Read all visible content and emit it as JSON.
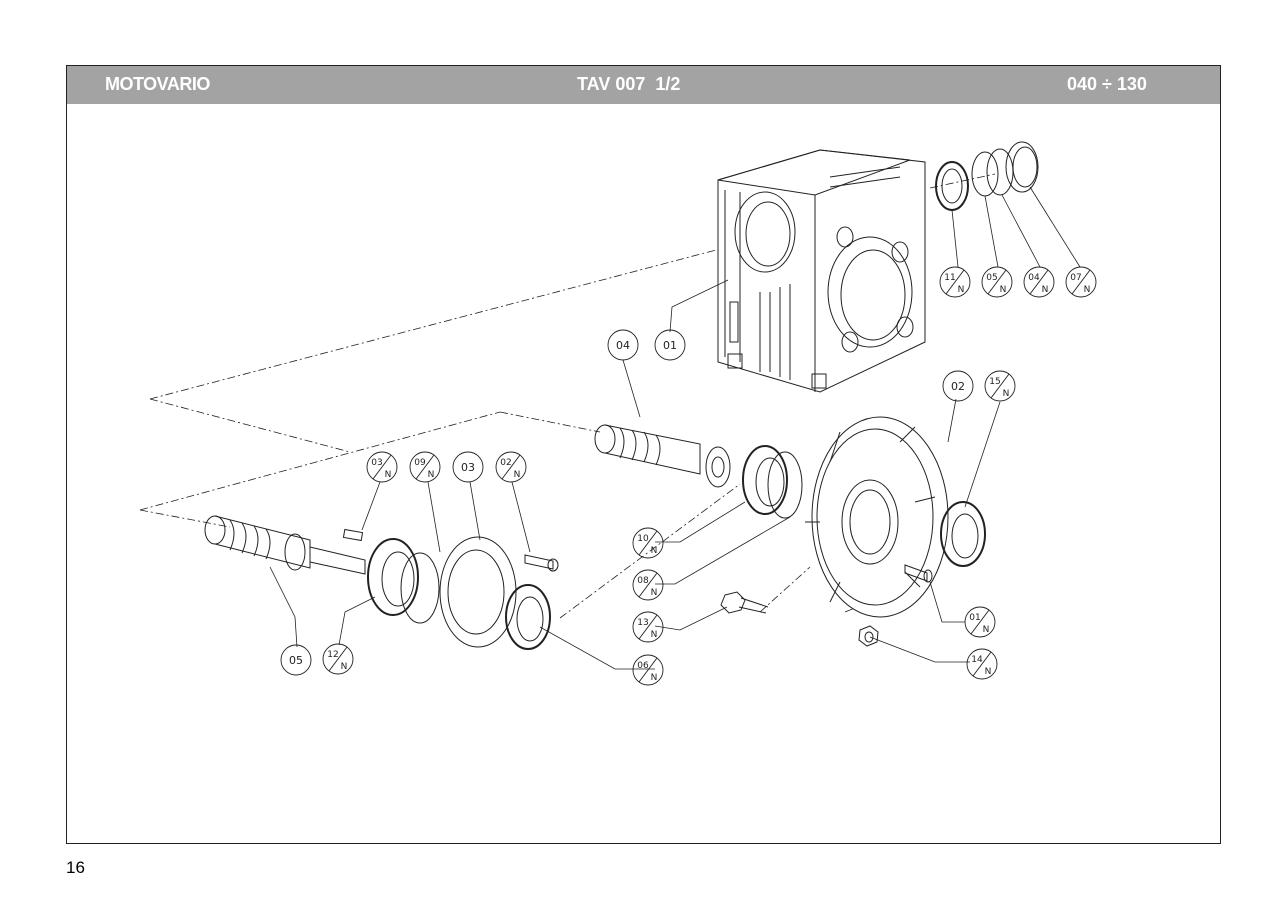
{
  "header": {
    "brand": "MOTOVARIO",
    "table_code": "TAV 007  1/2",
    "size_range": "040 ÷ 130"
  },
  "page_number": "16",
  "callouts": {
    "c01": "01",
    "c02": "02",
    "c03": "03",
    "c04": "04",
    "c05": "05",
    "n01": {
      "num": "01",
      "sub": "N"
    },
    "n02": {
      "num": "02",
      "sub": "N"
    },
    "n03": {
      "num": "03",
      "sub": "N"
    },
    "n04": {
      "num": "04",
      "sub": "N"
    },
    "n05": {
      "num": "05",
      "sub": "N"
    },
    "n06": {
      "num": "06",
      "sub": "N"
    },
    "n07": {
      "num": "07",
      "sub": "N"
    },
    "n08": {
      "num": "08",
      "sub": "N"
    },
    "n09": {
      "num": "09",
      "sub": "N"
    },
    "n10": {
      "num": "10",
      "sub": "N"
    },
    "n11": {
      "num": "11",
      "sub": "N"
    },
    "n12": {
      "num": "12",
      "sub": "N"
    },
    "n13": {
      "num": "13",
      "sub": "N"
    },
    "n14": {
      "num": "14",
      "sub": "N"
    },
    "n15": {
      "num": "15",
      "sub": "N"
    }
  }
}
